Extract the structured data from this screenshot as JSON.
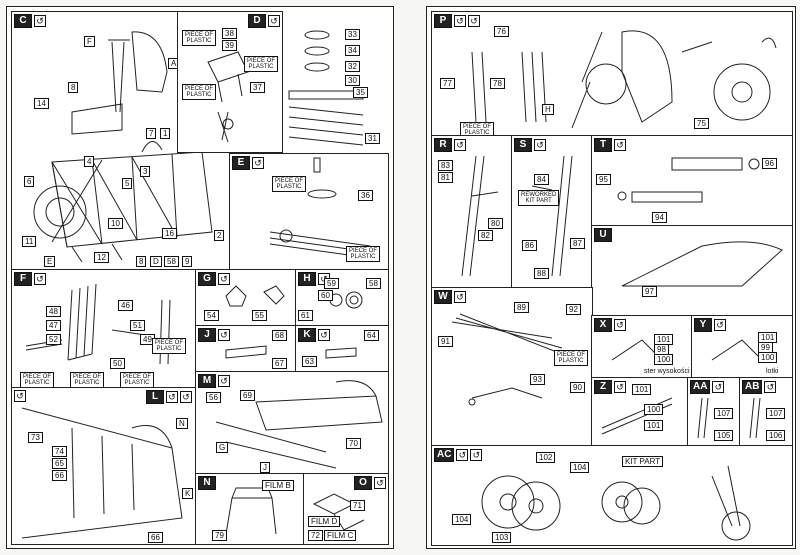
{
  "notes": {
    "piece_of_plastic": "PIECE OF\nPLASTIC",
    "reworked_kit_part": "REWORKED\nKIT PART",
    "kit_part": "KIT PART",
    "film_b": "FILM B",
    "film_c": "FILM C",
    "film_d": "FILM D"
  },
  "texts": {
    "ster_wysokosci": "ster wysokości",
    "lotki": "lotki"
  },
  "panels": {
    "C": {
      "letter": "C",
      "labels": [
        "F",
        "A",
        "8",
        "14",
        "7",
        "1",
        "2",
        "4",
        "3",
        "6",
        "5",
        "10",
        "16",
        "11",
        "12",
        "8",
        "D",
        "58",
        "9",
        "E"
      ]
    },
    "D": {
      "letter": "D",
      "labels": [
        "38",
        "39",
        "37"
      ]
    },
    "E": {
      "letter": "E",
      "labels": [
        "33",
        "34",
        "32",
        "30",
        "35",
        "31",
        "36",
        "30"
      ]
    },
    "F": {
      "letter": "F",
      "labels": [
        "48",
        "47",
        "52",
        "46",
        "51",
        "49",
        "50"
      ]
    },
    "G": {
      "letter": "G",
      "labels": [
        "54",
        "55"
      ]
    },
    "H": {
      "letter": "H",
      "labels": [
        "59",
        "58",
        "60",
        "61"
      ]
    },
    "J": {
      "letter": "J",
      "labels": [
        "68",
        "67"
      ]
    },
    "K": {
      "letter": "K",
      "labels": [
        "63",
        "64"
      ]
    },
    "L": {
      "letter": "L",
      "labels": [
        "73",
        "74",
        "65",
        "66",
        "N",
        "K",
        "66"
      ]
    },
    "M": {
      "letter": "M",
      "labels": [
        "56",
        "69",
        "70",
        "G",
        "J"
      ]
    },
    "N": {
      "letter": "N",
      "labels": [
        "79"
      ]
    },
    "O": {
      "letter": "O",
      "labels": [
        "71",
        "72"
      ]
    },
    "P": {
      "letter": "P",
      "labels": [
        "76",
        "77",
        "78",
        "H",
        "75"
      ]
    },
    "R": {
      "letter": "R",
      "labels": [
        "83",
        "81",
        "80",
        "82"
      ]
    },
    "S": {
      "letter": "S",
      "labels": [
        "84",
        "86",
        "87",
        "88"
      ]
    },
    "T": {
      "letter": "T",
      "labels": [
        "96",
        "95",
        "94"
      ]
    },
    "U": {
      "letter": "U",
      "labels": [
        "97"
      ]
    },
    "W": {
      "letter": "W",
      "labels": [
        "89",
        "92",
        "91",
        "93",
        "90"
      ]
    },
    "X": {
      "letter": "X",
      "labels": [
        "101",
        "98",
        "100"
      ]
    },
    "Y": {
      "letter": "Y",
      "labels": [
        "101",
        "99",
        "100"
      ]
    },
    "Z": {
      "letter": "Z",
      "labels": [
        "101",
        "100",
        "101"
      ]
    },
    "AA": {
      "letter": "AA",
      "labels": [
        "107",
        "105"
      ]
    },
    "AB": {
      "letter": "AB",
      "labels": [
        "107",
        "106"
      ]
    },
    "AC": {
      "letter": "AC",
      "labels": [
        "102",
        "104",
        "104",
        "103"
      ]
    }
  }
}
